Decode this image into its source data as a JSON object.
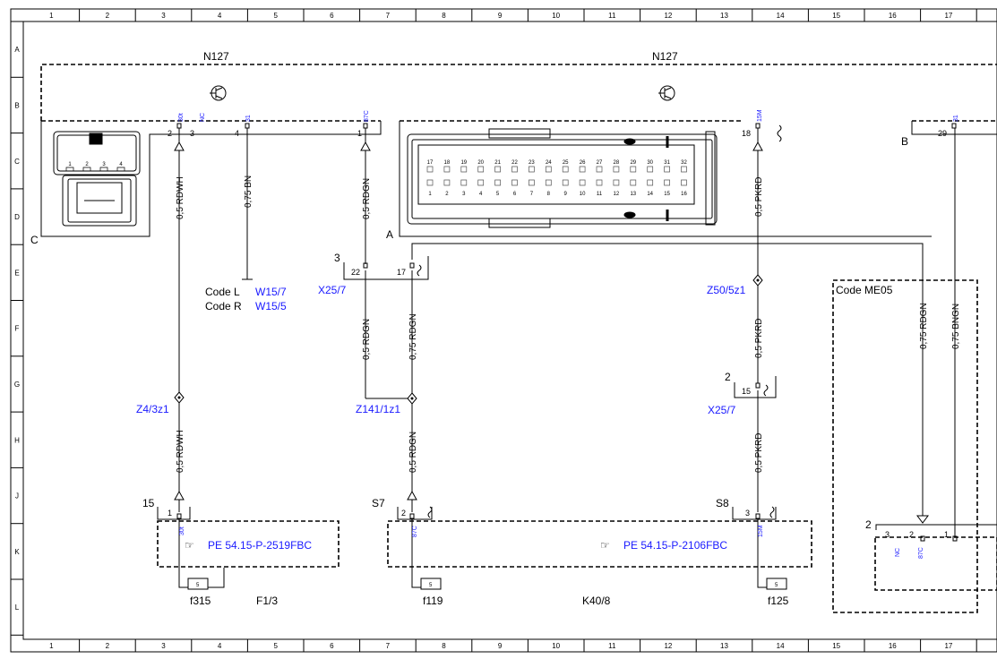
{
  "grid": {
    "columns": [
      "1",
      "2",
      "3",
      "4",
      "5",
      "6",
      "7",
      "8",
      "9",
      "10",
      "11",
      "12",
      "13",
      "14",
      "15",
      "16",
      "17"
    ],
    "rows": [
      "A",
      "B",
      "C",
      "D",
      "E",
      "F",
      "G",
      "H",
      "J",
      "K",
      "L"
    ]
  },
  "units": {
    "n127_left": "N127",
    "n127_right": "N127",
    "f1_3": "F1/3",
    "k40_8": "K40/8",
    "code_me05": "Code ME05"
  },
  "connectors": {
    "C": "C",
    "A": "A",
    "B": "B",
    "x25_7_top": "X25/7",
    "x25_7_top_num": "3",
    "x25_7_bottom": "X25/7",
    "x25_7_bottom_num": "2",
    "s7": "S7",
    "s8": "S8",
    "n15": "15",
    "n2": "2"
  },
  "codes": {
    "code_l": "Code L",
    "code_l_ref": "W15/7",
    "code_r": "Code R",
    "code_r_ref": "W15/5"
  },
  "splices": {
    "z4": "Z4/3z1",
    "z141": "Z141/1z1",
    "z50": "Z50/5z1"
  },
  "wires": {
    "w1": "0,5 RDWH",
    "w2": "0,75 BN",
    "w3": "0,5 RDGN",
    "w4": "0,5 PKRD",
    "w5": "0,5 RDGN",
    "w6": "0,75 RDGN",
    "w7": "0,5 RDWH",
    "w8": "0,5 RDGN",
    "w9": "0,5 PKRD",
    "w10": "0,5 PKRD",
    "w11": "0,75 RDGN",
    "w12": "0,75 BNGN"
  },
  "pins": {
    "p2": "2",
    "p3": "3",
    "p4": "4",
    "p1": "1",
    "p18": "18",
    "p29": "29",
    "p22": "22",
    "p17": "17",
    "p15": "15",
    "f315_1": "1",
    "k40_2": "2",
    "k40_3": "3",
    "me_3": "3",
    "me_2": "2",
    "me_1": "1"
  },
  "pin_tags": {
    "t30t": "30t",
    "tnc": "NC",
    "t31": "31",
    "t87c": "87C",
    "t15m": "15M",
    "t31b": "31",
    "f30t": "30t",
    "k87c": "87C",
    "k15m": "15M",
    "mnc": "NC",
    "m87c": "87C"
  },
  "refs": {
    "pe1": "PE 54.15-P-2519FBC",
    "pe2": "PE 54.15-P-2106FBC"
  },
  "fuses": {
    "f315": "f315",
    "f119": "f119",
    "f125": "f125",
    "fuse_val_1": "5",
    "fuse_val_2": "5",
    "fuse_val_3": "5"
  },
  "plug_pins_top": [
    "17",
    "18",
    "19",
    "20",
    "21",
    "22",
    "23",
    "24",
    "25",
    "26",
    "27",
    "28",
    "29",
    "30",
    "31",
    "32"
  ],
  "plug_pins_bottom": [
    "1",
    "2",
    "3",
    "4",
    "5",
    "6",
    "7",
    "8",
    "9",
    "10",
    "11",
    "12",
    "13",
    "14",
    "15",
    "16"
  ],
  "relay_pins": [
    "1",
    "2",
    "3",
    "4"
  ]
}
